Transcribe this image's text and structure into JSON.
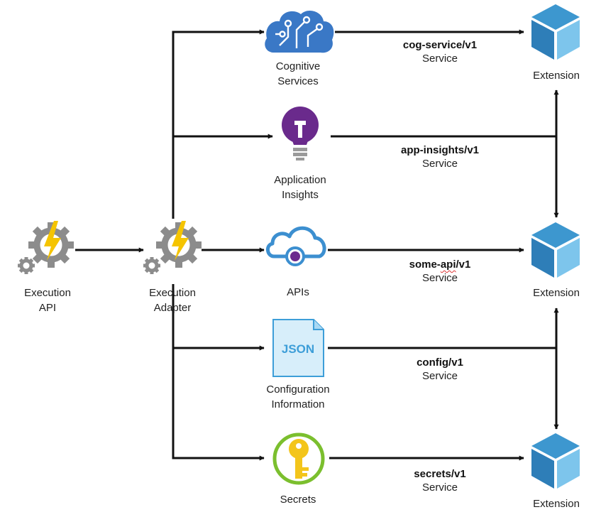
{
  "colors": {
    "arrow": "#111111",
    "gear": "#8c8c8c",
    "bolt": "#f5c400",
    "cognitive_blue": "#3a78c6",
    "insights_purple": "#6a2a8c",
    "api_cloud": "#3c8fd0",
    "api_dot": "#6b2a8e",
    "json_fill": "#d7eefa",
    "json_text": "#3d9ed8",
    "key_gold": "#f3c51b",
    "key_ring": "#7bbf2e",
    "cube_top": "#3d97cf",
    "cube_left": "#2e7eb8",
    "cube_right": "#7dc5ec"
  },
  "nodes": {
    "execution_api": {
      "line1": "Execution",
      "line2": "API",
      "icon": "gear-bolt-icon"
    },
    "execution_adapter": {
      "line1": "Execution",
      "line2": "Adapter",
      "icon": "gear-bolt-icon"
    },
    "cognitive": {
      "line1": "Cognitive",
      "line2": "Services",
      "icon": "brain-circuit-icon"
    },
    "insights": {
      "line1": "Application",
      "line2": "Insights",
      "icon": "lightbulb-icon"
    },
    "apis": {
      "line1": "APIs",
      "icon": "cloud-api-icon"
    },
    "config": {
      "line1": "Configuration",
      "line2": "Information",
      "icon": "json-document-icon",
      "doc_text": "JSON"
    },
    "secrets": {
      "line1": "Secrets",
      "icon": "key-icon"
    }
  },
  "extensions": [
    {
      "label": "Extension",
      "icon": "cube-icon"
    },
    {
      "label": "Extension",
      "icon": "cube-icon"
    },
    {
      "label": "Extension",
      "icon": "cube-icon"
    }
  ],
  "services": {
    "cog": {
      "name": "cog-service/v1",
      "type": "Service"
    },
    "app": {
      "name": "app-insights/v1",
      "type": "Service"
    },
    "api_prefix": "some-",
    "api_mid": "api",
    "api_suffix": "/v1",
    "api_type": "Service",
    "config": {
      "name": "config/v1",
      "type": "Service"
    },
    "secrets": {
      "name": "secrets/v1",
      "type": "Service"
    }
  }
}
